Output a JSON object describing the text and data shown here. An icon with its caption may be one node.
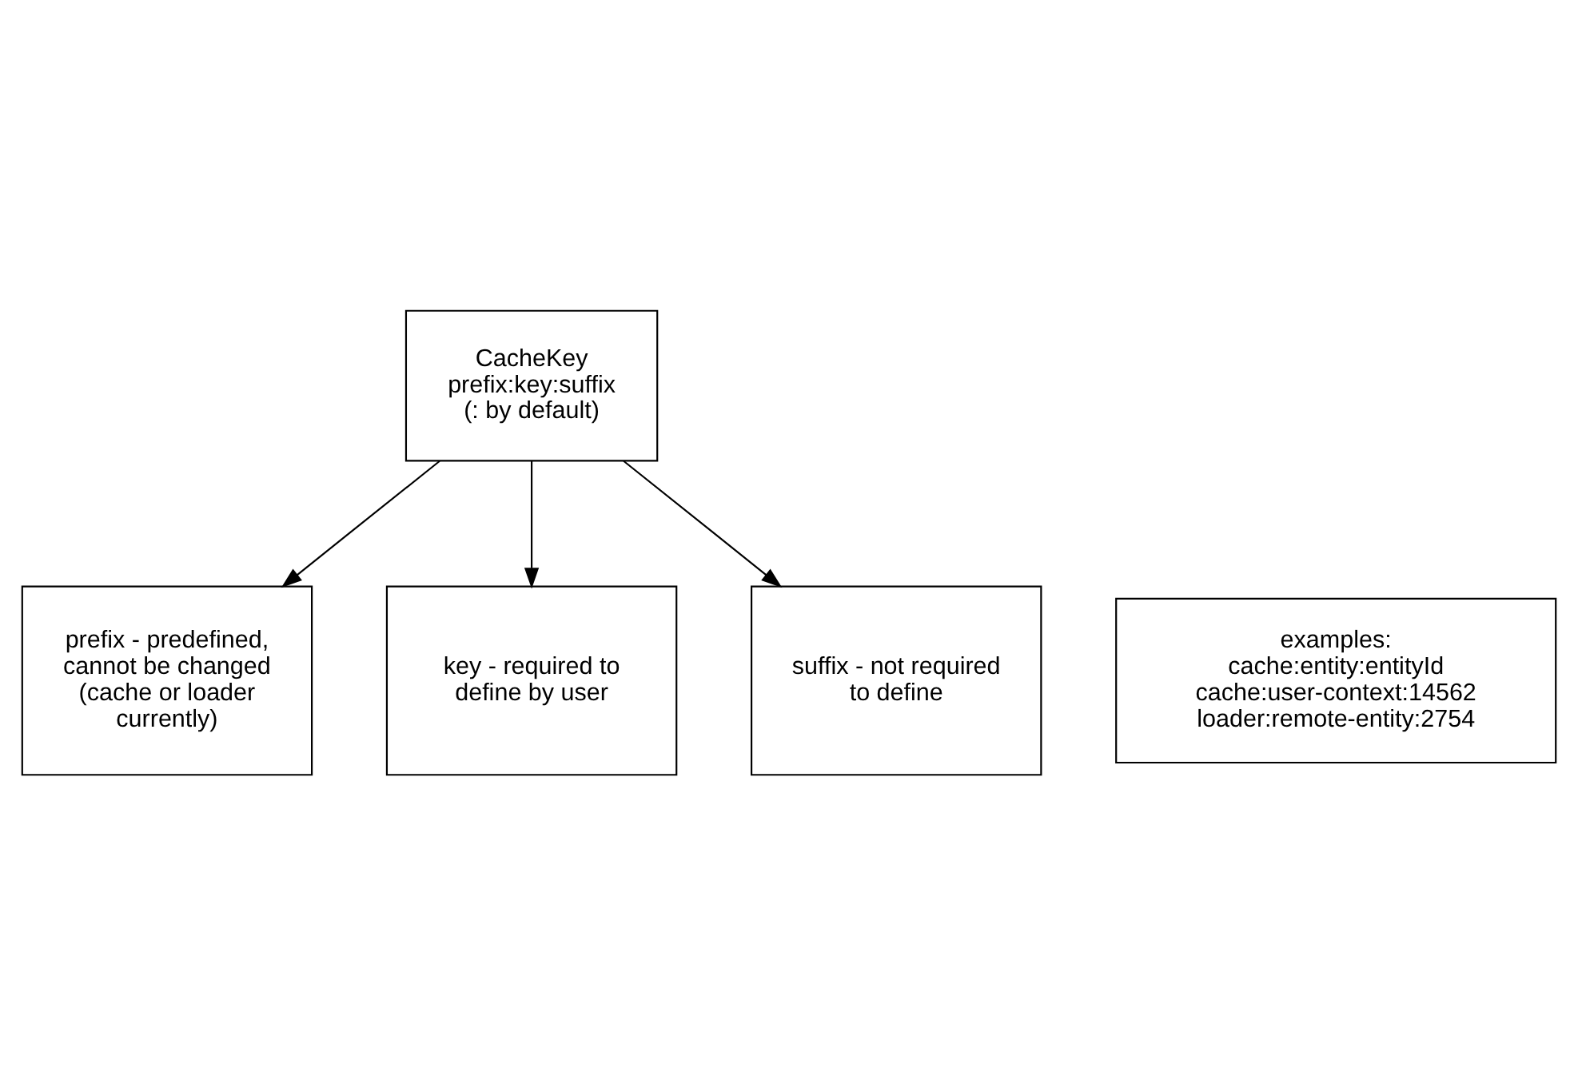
{
  "diagram": {
    "nodes": [
      {
        "text": [
          "CacheKey",
          "prefix:key:suffix",
          "(: by default)"
        ]
      },
      {
        "text": [
          "prefix - predefined, cannot be changed (cache or loader currently)"
        ]
      },
      {
        "text": [
          "key - required to define by user"
        ]
      },
      {
        "text": [
          "suffix - not required to define"
        ]
      },
      {
        "text": [
          "examples:",
          "cache:entity:entityId",
          "cache:user-context:14562",
          "loader:remote-entity:2754"
        ]
      }
    ],
    "edges": [
      {
        "from": 0,
        "to": 1,
        "arrow": "to"
      },
      {
        "from": 0,
        "to": 2,
        "arrow": "to"
      },
      {
        "from": 0,
        "to": 3,
        "arrow": "to"
      }
    ]
  }
}
